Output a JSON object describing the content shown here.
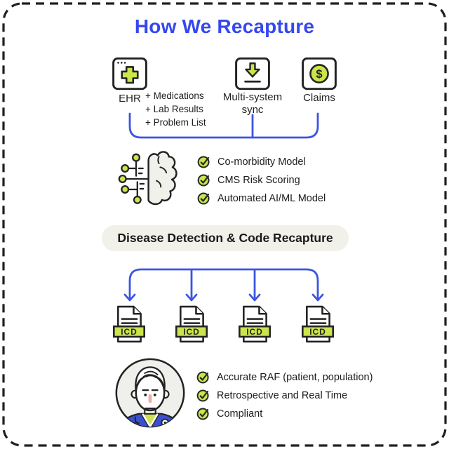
{
  "title": "How We Recapture",
  "sources": {
    "ehr": {
      "label": "EHR",
      "items": [
        "+ Medications",
        "+ Lab Results",
        "+ Problem List"
      ]
    },
    "sync": {
      "label_line1": "Multi-system",
      "label_line2": "sync"
    },
    "claims": {
      "label": "Claims",
      "symbol": "$"
    }
  },
  "model_checks": [
    "Co-morbidity Model",
    "CMS Risk Scoring",
    "Automated AI/ML Model"
  ],
  "banner": "Disease Detection & Code Recapture",
  "icd_label": "ICD",
  "outcome_checks": [
    "Accurate RAF (patient, population)",
    "Retrospective and Real Time",
    "Compliant"
  ],
  "colors": {
    "accent_blue": "#3548ee",
    "line_blue": "#3b55e2",
    "chartreuse": "#cbe54d",
    "outline_dark": "#232323",
    "pill_bg": "#f1f1ea",
    "avatar_bg": "#efefec",
    "coat_blue": "#3b50d0"
  }
}
